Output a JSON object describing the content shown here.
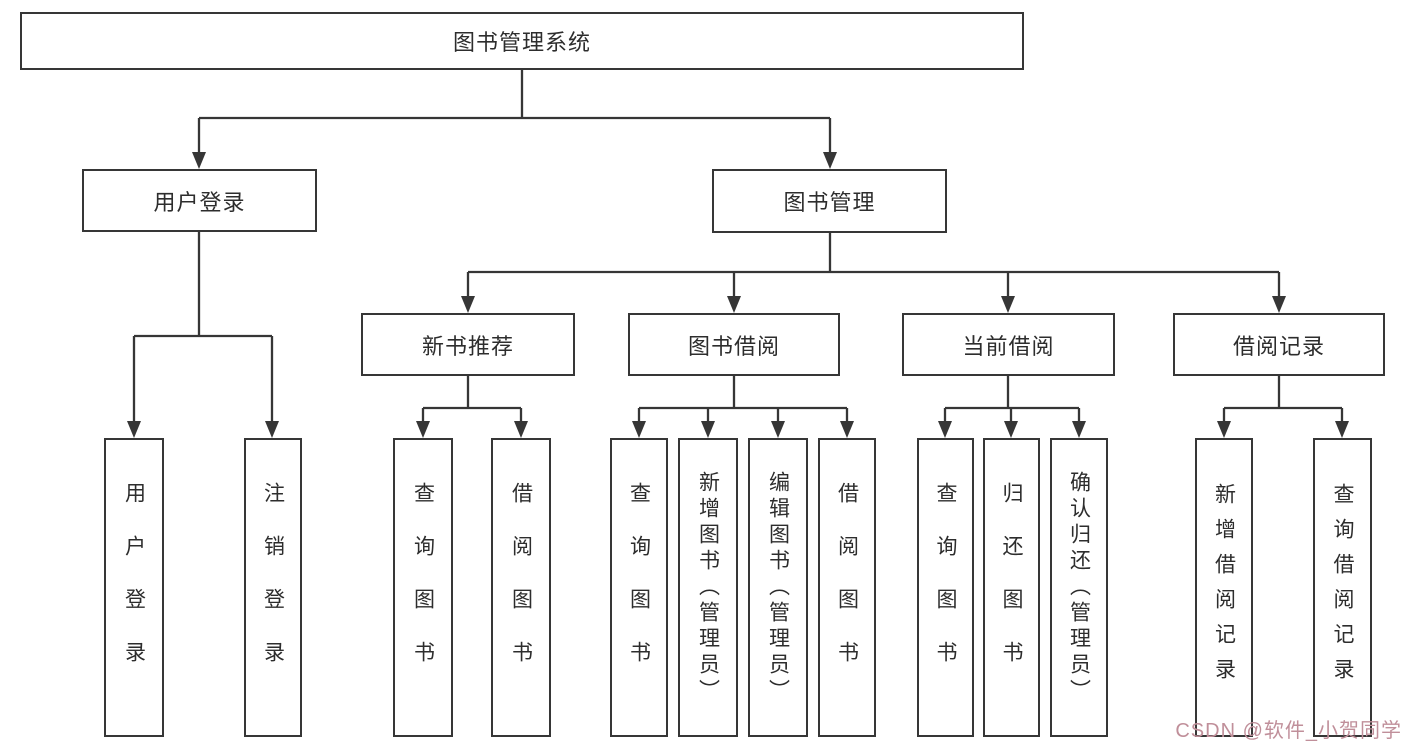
{
  "colors": {
    "line": "#363636",
    "box_border": "#363636",
    "box_background": "#ffffff",
    "text": "#2d2d2d",
    "watermark": "#c08f9a"
  },
  "diagram": {
    "root": {
      "label": "图书管理系统"
    },
    "user_login": {
      "label": "用户登录",
      "children": [
        {
          "label": "用户登录"
        },
        {
          "label": "注销登录"
        }
      ]
    },
    "book_mgmt": {
      "label": "图书管理",
      "sections": [
        {
          "label": "新书推荐",
          "children": [
            {
              "label": "查询图书"
            },
            {
              "label": "借阅图书"
            }
          ]
        },
        {
          "label": "图书借阅",
          "children": [
            {
              "label": "查询图书"
            },
            {
              "label": "新增图书（管理员）"
            },
            {
              "label": "编辑图书（管理员）"
            },
            {
              "label": "借阅图书"
            }
          ]
        },
        {
          "label": "当前借阅",
          "children": [
            {
              "label": "查询图书"
            },
            {
              "label": "归还图书"
            },
            {
              "label": "确认归还（管理员）"
            }
          ]
        },
        {
          "label": "借阅记录",
          "children": [
            {
              "label": "新增借阅记录"
            },
            {
              "label": "查询借阅记录"
            }
          ]
        }
      ]
    }
  },
  "watermark": {
    "text": "CSDN @软件_小贺同学"
  }
}
